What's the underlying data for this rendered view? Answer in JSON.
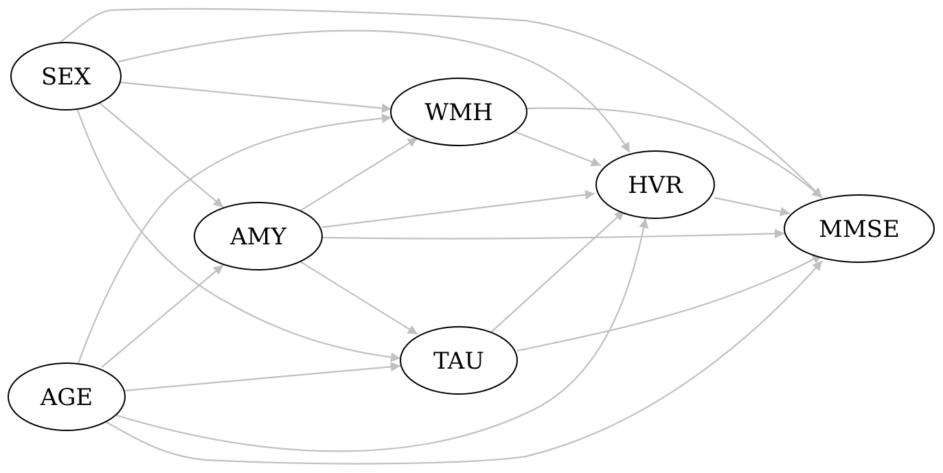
{
  "diagram": {
    "type": "directed-graph",
    "colors": {
      "edge": "#c0c0c0",
      "node_stroke": "#000000",
      "node_fill": "#ffffff",
      "background": "#ffffff"
    },
    "nodes": [
      {
        "id": "SEX",
        "label": "SEX"
      },
      {
        "id": "AGE",
        "label": "AGE"
      },
      {
        "id": "AMY",
        "label": "AMY"
      },
      {
        "id": "WMH",
        "label": "WMH"
      },
      {
        "id": "TAU",
        "label": "TAU"
      },
      {
        "id": "HVR",
        "label": "HVR"
      },
      {
        "id": "MMSE",
        "label": "MMSE"
      }
    ],
    "edges": [
      {
        "from": "SEX",
        "to": "MMSE"
      },
      {
        "from": "SEX",
        "to": "HVR"
      },
      {
        "from": "SEX",
        "to": "WMH"
      },
      {
        "from": "SEX",
        "to": "AMY"
      },
      {
        "from": "SEX",
        "to": "TAU"
      },
      {
        "from": "AGE",
        "to": "WMH"
      },
      {
        "from": "AGE",
        "to": "AMY"
      },
      {
        "from": "AGE",
        "to": "TAU"
      },
      {
        "from": "AGE",
        "to": "HVR"
      },
      {
        "from": "AGE",
        "to": "MMSE"
      },
      {
        "from": "AMY",
        "to": "WMH"
      },
      {
        "from": "AMY",
        "to": "HVR"
      },
      {
        "from": "AMY",
        "to": "MMSE"
      },
      {
        "from": "AMY",
        "to": "TAU"
      },
      {
        "from": "WMH",
        "to": "HVR"
      },
      {
        "from": "WMH",
        "to": "MMSE"
      },
      {
        "from": "TAU",
        "to": "HVR"
      },
      {
        "from": "TAU",
        "to": "MMSE"
      },
      {
        "from": "HVR",
        "to": "MMSE"
      }
    ]
  }
}
